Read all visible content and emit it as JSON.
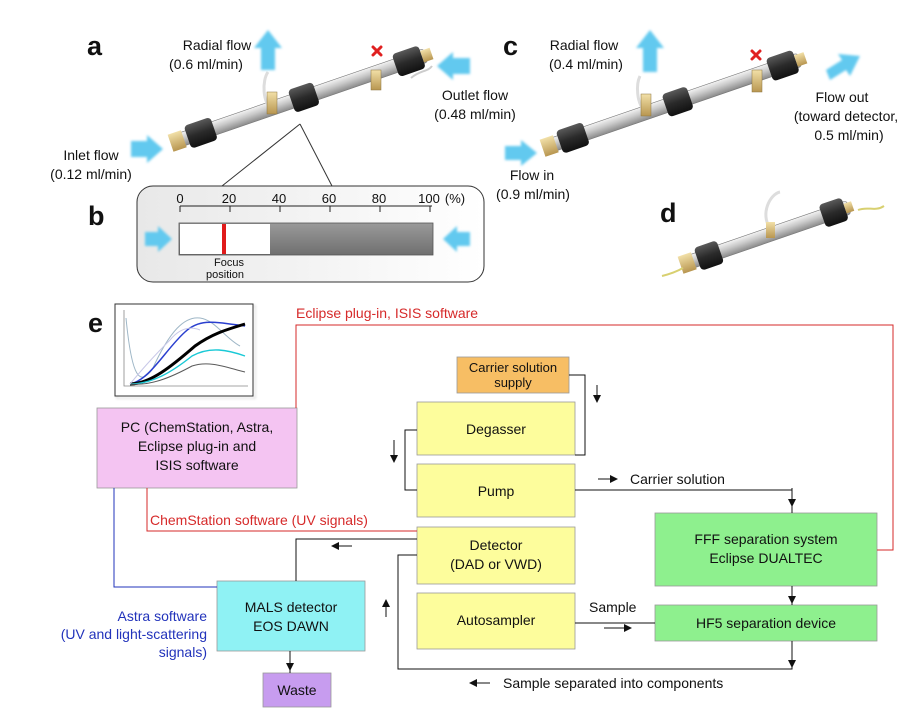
{
  "panels": {
    "a": {
      "letter": "a",
      "radial_flow": "Radial flow",
      "radial_flow_rate": "(0.6 ml/min)",
      "outlet_flow": "Outlet flow",
      "outlet_flow_rate": "(0.48 ml/min)",
      "inlet_flow": "Inlet flow",
      "inlet_flow_rate": "(0.12 ml/min)"
    },
    "b": {
      "letter": "b",
      "scale_ticks": [
        "0",
        "20",
        "40",
        "60",
        "80",
        "100"
      ],
      "scale_unit": "(%)",
      "focus_label_1": "Focus",
      "focus_label_2": "position"
    },
    "c": {
      "letter": "c",
      "radial_flow": "Radial flow",
      "radial_flow_rate": "(0.4 ml/min)",
      "flow_out": "Flow out",
      "flow_out_detail": "(toward detector,",
      "flow_out_rate": "0.5 ml/min)",
      "flow_in": "Flow in",
      "flow_in_rate": "(0.9 ml/min)"
    },
    "d": {
      "letter": "d"
    },
    "e": {
      "letter": "e",
      "pc_box": [
        "PC (ChemStation, Astra,",
        "Eclipse plug-in and",
        "ISIS software"
      ],
      "carrier_supply": [
        "Carrier solution",
        "supply"
      ],
      "degasser": "Degasser",
      "pump": "Pump",
      "detector": [
        "Detector",
        "(DAD or VWD)"
      ],
      "autosampler": "Autosampler",
      "fff_system": [
        "FFF separation system",
        "Eclipse DUALTEC"
      ],
      "hf5_device": "HF5 separation device",
      "mals": [
        "MALS detector",
        "EOS DAWN"
      ],
      "waste": "Waste",
      "eclipse_link": "Eclipse plug-in, ISIS software",
      "chemstation_link": "ChemStation software (UV signals)",
      "astra_link": [
        "Astra software",
        "(UV and light-scattering",
        "signals)"
      ],
      "carrier_solution": "Carrier solution",
      "sample": "Sample",
      "separated": "Sample separated into components"
    }
  },
  "colors": {
    "pc": "#f4c4f2",
    "carrier": "#f7be64",
    "yellow": "#fdfd9c",
    "green": "#8ef08e",
    "cyan": "#8ff2f4",
    "waste": "#c79cef",
    "arrow_blue": "#62c9ef",
    "red_line": "#d62a2a",
    "blue_line": "#2233bb"
  }
}
